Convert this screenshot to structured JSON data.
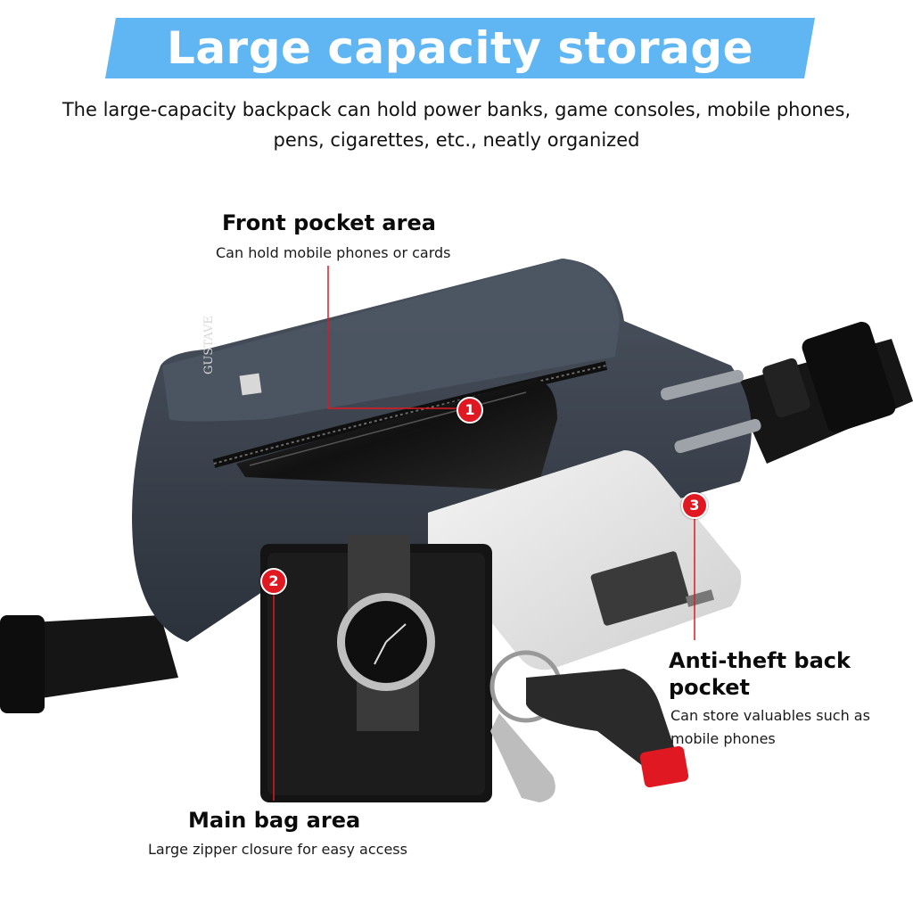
{
  "header": {
    "title": "Large capacity storage",
    "subtitle": "The large-capacity backpack can hold power banks, game consoles, mobile phones, pens, cigarettes, etc., neatly organized"
  },
  "callouts": [
    {
      "number": "1",
      "title": "Front pocket area",
      "description": "Can hold mobile phones or cards"
    },
    {
      "number": "2",
      "title": "Main bag area",
      "description": "Large zipper closure for easy access"
    },
    {
      "number": "3",
      "title": "Anti-theft back pocket",
      "description": "Can store valuables such as mobile phones"
    }
  ],
  "product": {
    "brand": "GUSTAVE"
  },
  "colors": {
    "banner": "#5fb6f2",
    "marker": "#e01822",
    "bag": "#3d4450",
    "strap": "#141414"
  }
}
